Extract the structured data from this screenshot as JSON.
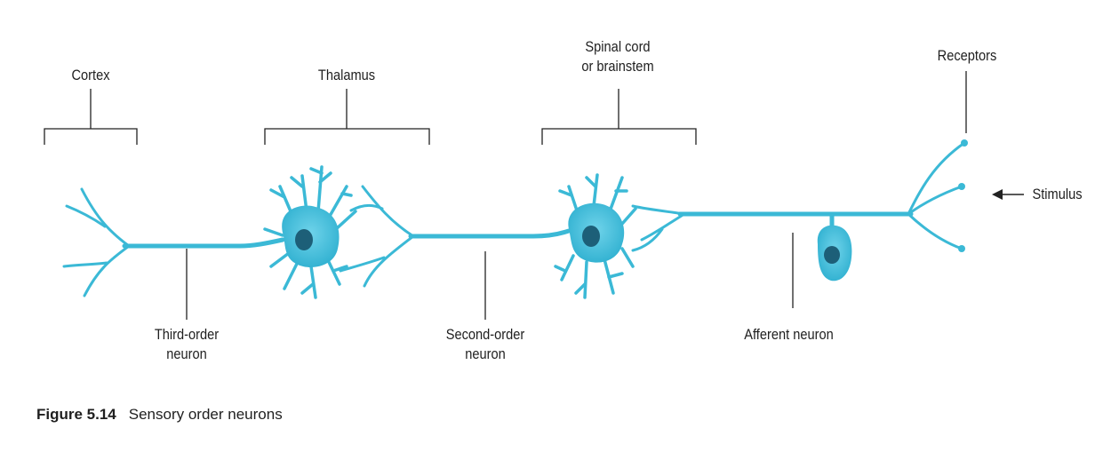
{
  "colors": {
    "neuron": "#3bb9d6",
    "neuron_dark": "#2a9fbe",
    "nucleus": "#1d5f78",
    "line": "#222222"
  },
  "labels": {
    "cortex": "Cortex",
    "thalamus": "Thalamus",
    "spinal_line1": "Spinal cord",
    "spinal_line2": "or brainstem",
    "receptors": "Receptors",
    "stimulus": "Stimulus",
    "third_line1": "Third-order",
    "third_line2": "neuron",
    "second_line1": "Second-order",
    "second_line2": "neuron",
    "afferent": "Afferent neuron"
  },
  "caption": {
    "number": "Figure 5.14",
    "text": "Sensory order neurons"
  }
}
